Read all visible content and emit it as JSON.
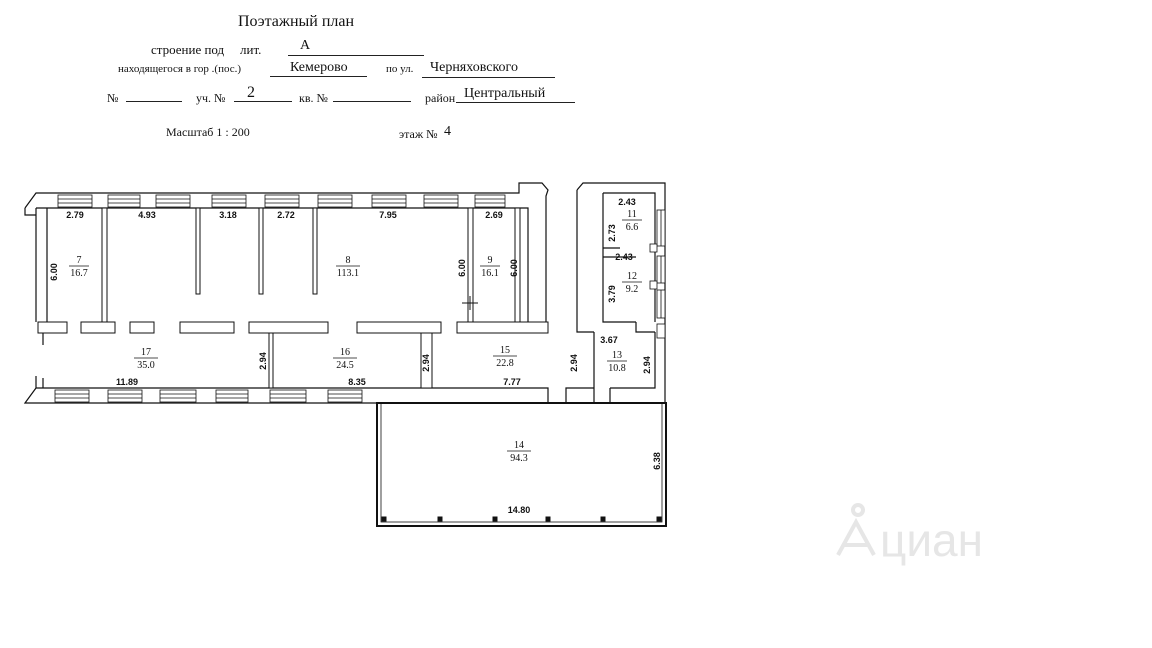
{
  "header": {
    "title": "Поэтажный   план",
    "building_label": "строение  под",
    "lit_label": "лит.",
    "lit_value": "А",
    "located_label": "находящегося в  гор .(пос.)",
    "city_value": "Кемерово",
    "street_label": "по ул.",
    "street_value": "Черняховского",
    "no_label": "№",
    "uch_label": "уч.  №",
    "uch_value": "2",
    "kv_label": "кв.  №",
    "district_label": "район",
    "district_value": "Центральный",
    "scale_label": "Масштаб  1 : 200",
    "floor_label": "этаж №",
    "floor_value": "4"
  },
  "rooms": [
    {
      "id": "7",
      "number": "7",
      "area": "16.7"
    },
    {
      "id": "8",
      "number": "8",
      "area": "113.1"
    },
    {
      "id": "9",
      "number": "9",
      "area": "16.1"
    },
    {
      "id": "11",
      "number": "11",
      "area": "6.6"
    },
    {
      "id": "12",
      "number": "12",
      "area": "9.2"
    },
    {
      "id": "13",
      "number": "13",
      "area": "10.8"
    },
    {
      "id": "14",
      "number": "14",
      "area": "94.3"
    },
    {
      "id": "15",
      "number": "15",
      "area": "22.8"
    },
    {
      "id": "16",
      "number": "16",
      "area": "24.5"
    },
    {
      "id": "17",
      "number": "17",
      "area": "35.0"
    }
  ],
  "dimensions": {
    "d_2_79": "2.79",
    "d_4_93": "4.93",
    "d_3_18": "3.18",
    "d_2_72": "2.72",
    "d_7_95": "7.95",
    "d_2_69": "2.69",
    "d_6_00_left": "6.00",
    "d_6_00_r9a": "6.00",
    "d_6_00_r9b": "6.00",
    "d_2_43_top": "2.43",
    "d_2_73": "2.73",
    "d_2_43_mid": "2.43",
    "d_3_79": "3.79",
    "d_3_67": "3.67",
    "d_2_94_a": "2.94",
    "d_2_94_b": "2.94",
    "d_2_94_c": "2.94",
    "d_2_94_d": "2.94",
    "d_11_89": "11.89",
    "d_8_35": "8.35",
    "d_7_77": "7.77",
    "d_6_38": "6.38",
    "d_14_80": "14.80"
  },
  "watermark": "циан",
  "colors": {
    "line": "#111111",
    "watermark": "#e6e6e6"
  }
}
